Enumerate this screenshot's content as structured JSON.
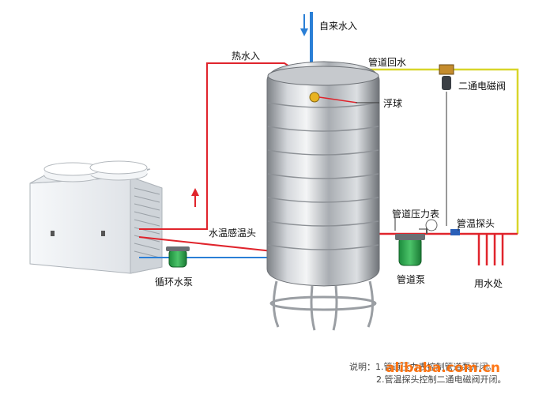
{
  "labels": {
    "tap_water_in": "自来水入",
    "hot_water_in": "热水入",
    "pipe_return": "管道回水",
    "two_way_valve": "二通电磁阀",
    "float_ball": "浮球",
    "pipe_pressure_gauge": "管道压力表",
    "pipe_temp_probe": "管温探头",
    "water_temp_probe": "水温感温头",
    "circulation_pump": "循环水泵",
    "pipe_pump": "管道泵",
    "water_outlet": "用水处"
  },
  "notes": {
    "line1": "说明：1.管道压力表控制管道泵开闭。",
    "line2": "2.管温探头控制二通电磁阀开闭。"
  },
  "watermark": "alibaba.com.cn",
  "colors": {
    "hot_pipe": "#e0242c",
    "cold_pipe": "#2a7fd6",
    "return_pipe": "#d8d62a",
    "control_wire": "#333333",
    "tank_steel": "#b9bcc0",
    "unit_body": "#eef1f4"
  }
}
